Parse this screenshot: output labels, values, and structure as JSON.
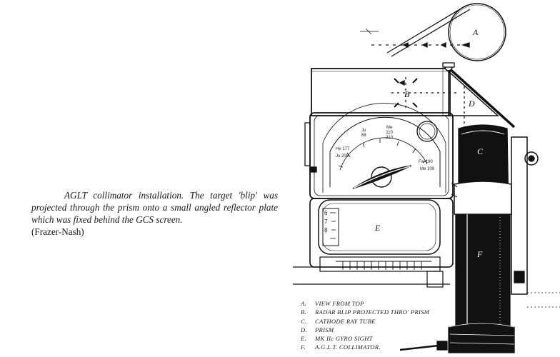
{
  "caption": {
    "text": "AGLT collimator installation. The target 'blip' was projected through the prism onto a small angled reflector plate which was fixed behind the GCS screen.",
    "credit": "(Frazer-Nash)"
  },
  "callouts": {
    "a": "A",
    "b": "B",
    "c": "C",
    "d": "D",
    "e": "E",
    "f": "F"
  },
  "dial_labels": {
    "ju88": "Ju\n88",
    "he110": "Me\n110\n210",
    "he177": "He 177",
    "ju200": "Ju 200",
    "fw190": "Fw 190",
    "me109": "Me 109"
  },
  "scale_marks": [
    "6",
    "7",
    "8"
  ],
  "legend": [
    {
      "key": "A.",
      "text": "VIEW FROM TOP"
    },
    {
      "key": "B.",
      "text": "RADAR BLIP PROJECTED THRO' PRISM"
    },
    {
      "key": "C.",
      "text": "CATHODE RAY TUBE"
    },
    {
      "key": "D.",
      "text": "PRISM"
    },
    {
      "key": "E.",
      "text": "MK IIc GYRO SIGHT"
    },
    {
      "key": "F.",
      "text": "A.G.L.T. COLLIMATOR."
    }
  ],
  "colors": {
    "ink": "#111111",
    "paper": "#ffffff"
  }
}
